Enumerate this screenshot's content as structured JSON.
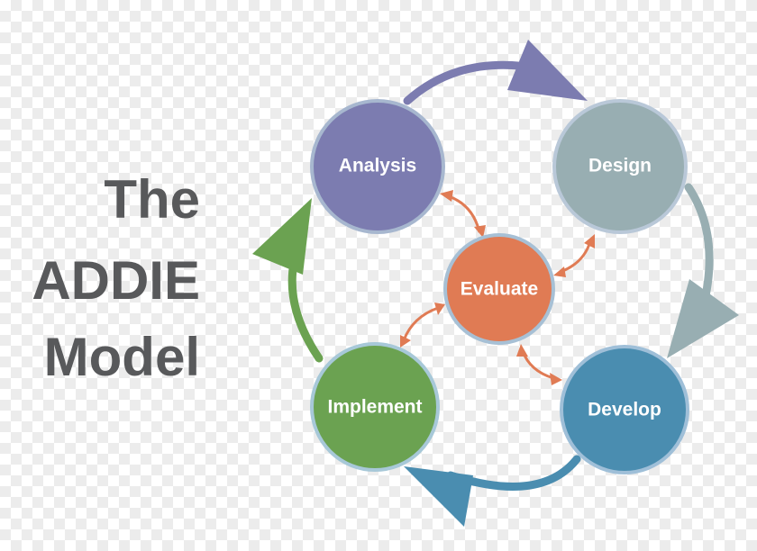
{
  "title": {
    "line1": "The",
    "line2": "ADDIE",
    "line3": "Model"
  },
  "nodes": {
    "analysis": "Analysis",
    "design": "Design",
    "develop": "Develop",
    "implement": "Implement",
    "evaluate": "Evaluate"
  },
  "colors": {
    "analysis": "#7c7cb0",
    "design": "#98aeb2",
    "develop": "#4a8db0",
    "implement": "#6ba251",
    "evaluate": "#e07b54",
    "title_text": "#58595b"
  }
}
